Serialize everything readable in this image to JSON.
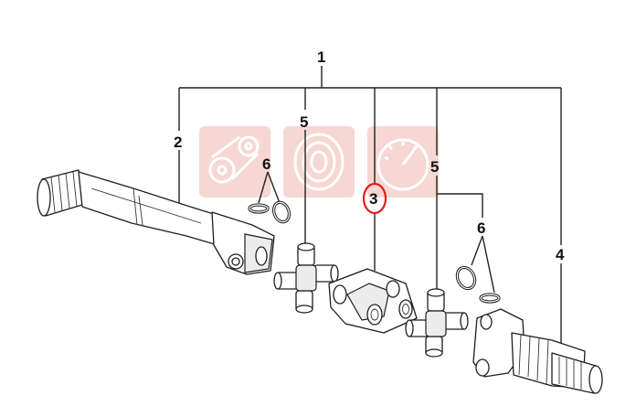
{
  "diagram": {
    "callouts": {
      "c1": "1",
      "c2": "2",
      "c3": "3",
      "c4": "4",
      "c5a": "5",
      "c5b": "5",
      "c6a": "6",
      "c6b": "6"
    },
    "highlighted_callout": "3",
    "colors": {
      "highlight": "#e31d1d",
      "watermark": "#f3c9c4",
      "line": "#1e1e1e"
    },
    "watermark_icons": [
      "gear-chain-icon",
      "tire-icon",
      "gauge-icon"
    ]
  }
}
